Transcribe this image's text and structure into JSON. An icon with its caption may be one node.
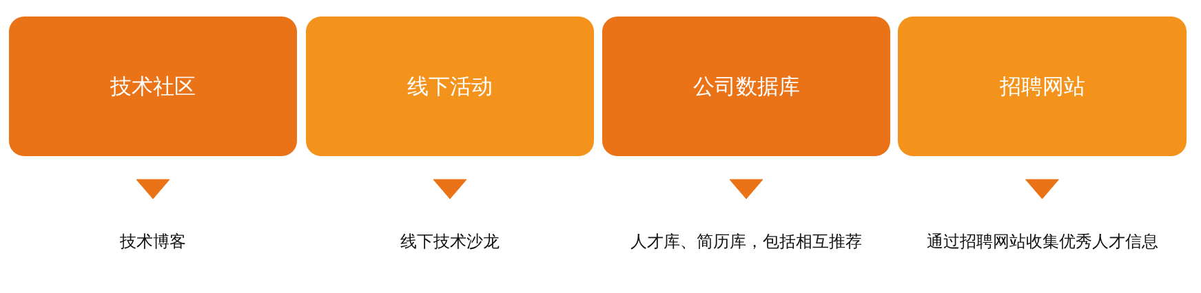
{
  "diagram": {
    "nodes": [
      {
        "text": [
          "技术社区"
        ]
      },
      {
        "text": [
          "线下活动"
        ]
      },
      {
        "text": [
          "公司数据库"
        ]
      },
      {
        "text": [
          "招聘网站"
        ]
      },
      {
        "text": [
          "技术博客"
        ]
      },
      {
        "text": [
          "线下技术沙龙"
        ]
      },
      {
        "text": [
          "人才库、简历库，包括相互推荐"
        ]
      },
      {
        "text": [
          "通过招聘网站收集优秀人才信息"
        ]
      }
    ],
    "edges": [
      {
        "from": 0,
        "to": 4,
        "arrow": "to"
      },
      {
        "from": 1,
        "to": 5,
        "arrow": "to"
      },
      {
        "from": 2,
        "to": 6,
        "arrow": "to"
      },
      {
        "from": 3,
        "to": 7,
        "arrow": "to"
      }
    ]
  }
}
